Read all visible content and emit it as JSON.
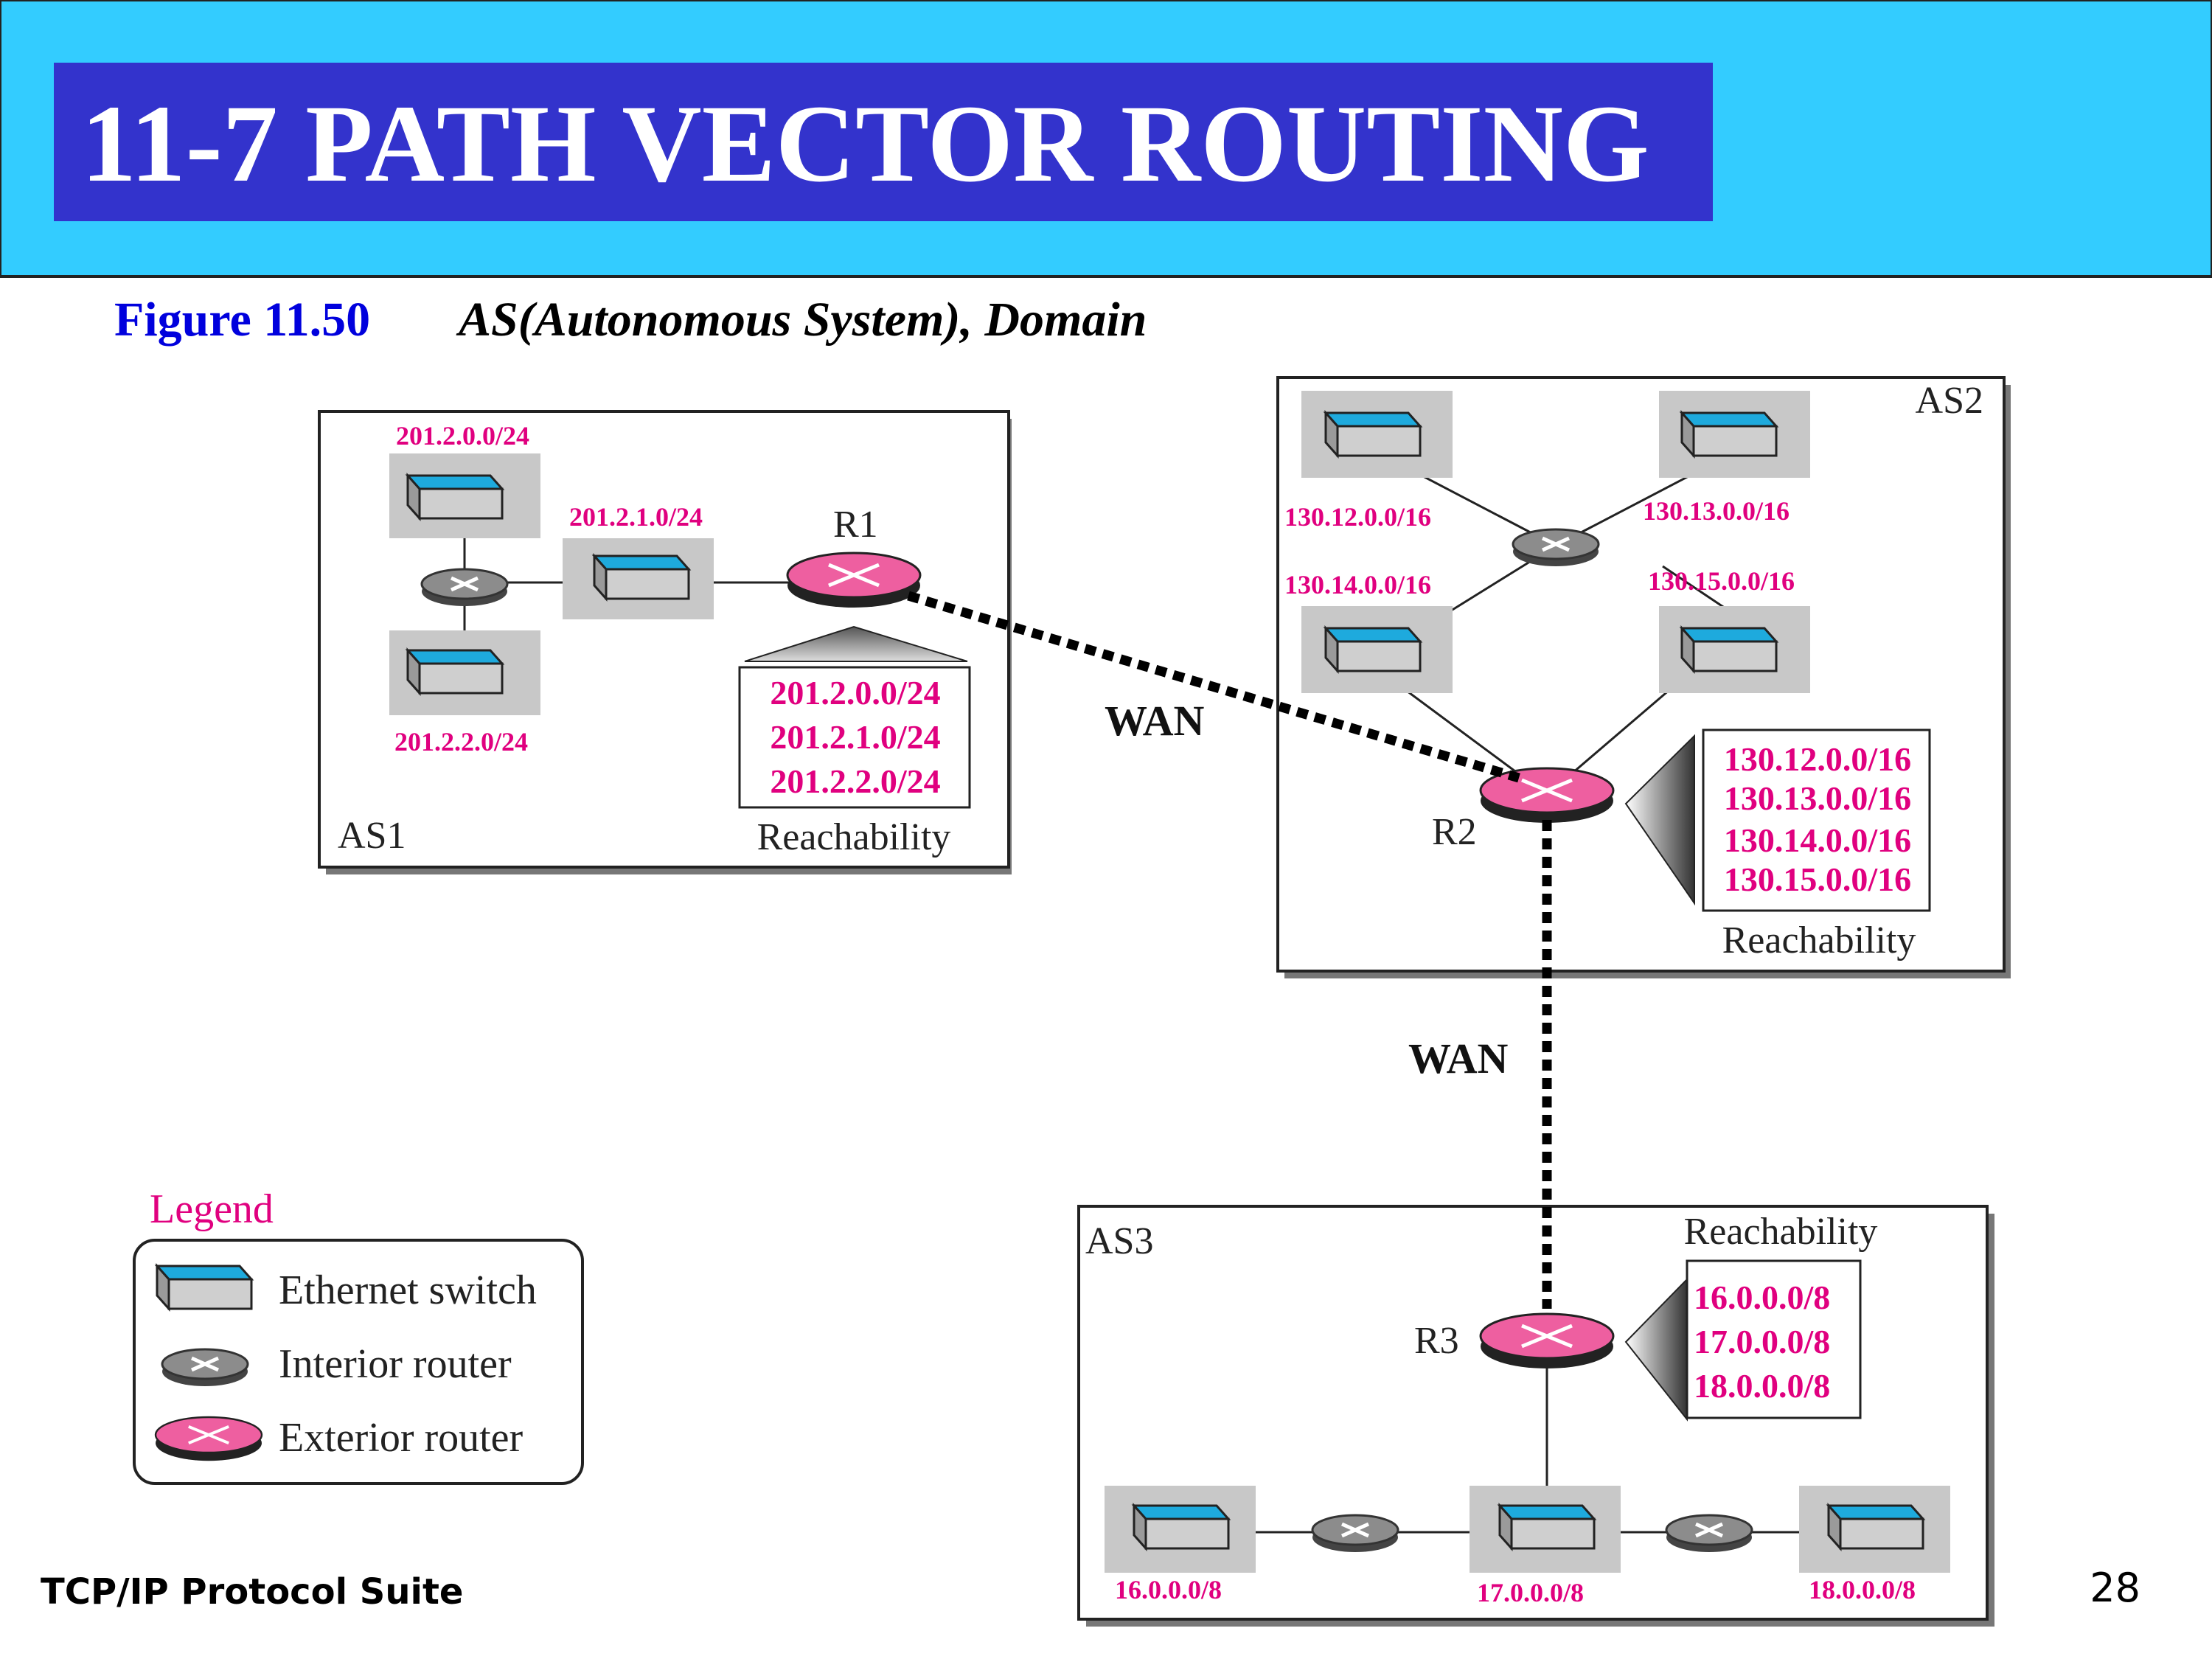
{
  "header": {
    "title": "11-7  PATH VECTOR ROUTING"
  },
  "figure": {
    "number": "Figure 11.50",
    "caption": "AS(Autonomous System), Domain"
  },
  "as1": {
    "label": "AS1",
    "router": "R1",
    "networks": [
      "201.2.0.0/24",
      "201.2.1.0/24",
      "201.2.2.0/24"
    ],
    "reachability_title": "Reachability",
    "reachability": [
      "201.2.0.0/24",
      "201.2.1.0/24",
      "201.2.2.0/24"
    ]
  },
  "as2": {
    "label": "AS2",
    "router": "R2",
    "networks": [
      "130.12.0.0/16",
      "130.13.0.0/16",
      "130.14.0.0/16",
      "130.15.0.0/16"
    ],
    "reachability_title": "Reachability",
    "reachability": [
      "130.12.0.0/16",
      "130.13.0.0/16",
      "130.14.0.0/16",
      "130.15.0.0/16"
    ]
  },
  "as3": {
    "label": "AS3",
    "router": "R3",
    "networks": [
      "16.0.0.0/8",
      "17.0.0.0/8",
      "18.0.0.0/8"
    ],
    "reachability_title": "Reachability",
    "reachability": [
      "16.0.0.0/8",
      "17.0.0.0/8",
      "18.0.0.0/8"
    ]
  },
  "wan": {
    "label_r1_r2": "WAN",
    "label_r2_r3": "WAN"
  },
  "legend": {
    "title": "Legend",
    "items": [
      {
        "icon": "ethernet-switch-icon",
        "label": "Ethernet switch"
      },
      {
        "icon": "interior-router-icon",
        "label": "Interior router"
      },
      {
        "icon": "exterior-router-icon",
        "label": "Exterior router"
      }
    ]
  },
  "footer": {
    "suite": "TCP/IP Protocol Suite",
    "page": "28"
  },
  "colors": {
    "header_bg": "#33ccff",
    "title_bg": "#3333cc",
    "caption_blue": "#0000dd",
    "label_magenta": "#e0007f",
    "switch_top": "#1eaadd",
    "switch_body": "#c8c8c8",
    "exterior_router": "#ee5fa0",
    "interior_router": "#8c8c8c"
  }
}
